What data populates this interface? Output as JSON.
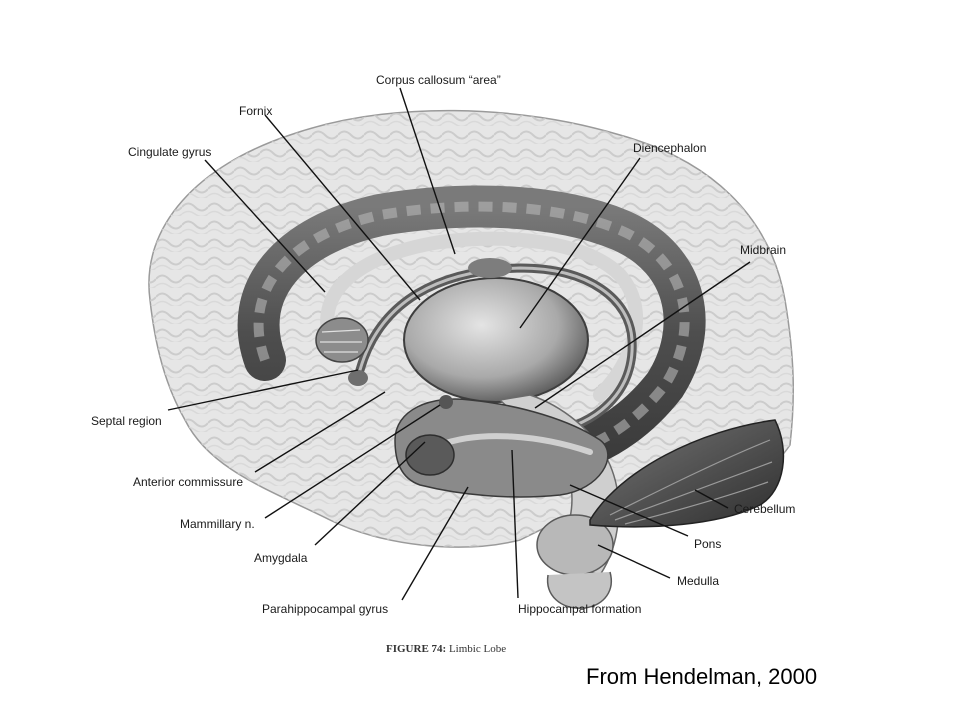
{
  "figure": {
    "labels": {
      "corpus_callosum": "Corpus callosum “area”",
      "fornix": "Fornix",
      "cingulate_gyrus": "Cingulate gyrus",
      "diencephalon": "Diencephalon",
      "midbrain": "Midbrain",
      "septal_region": "Septal region",
      "anterior_commissure": "Anterior commissure",
      "mammillary": "Mammillary n.",
      "amygdala": "Amygdala",
      "parahippocampal_gyrus": "Parahippocampal gyrus",
      "hippocampal_formation": "Hippocampal formation",
      "cerebellum": "Cerebellum",
      "pons": "Pons",
      "medulla": "Medulla"
    },
    "caption_number": "FIGURE 74:",
    "caption_text": "Limbic Lobe"
  },
  "credit": "From Hendelman, 2000"
}
